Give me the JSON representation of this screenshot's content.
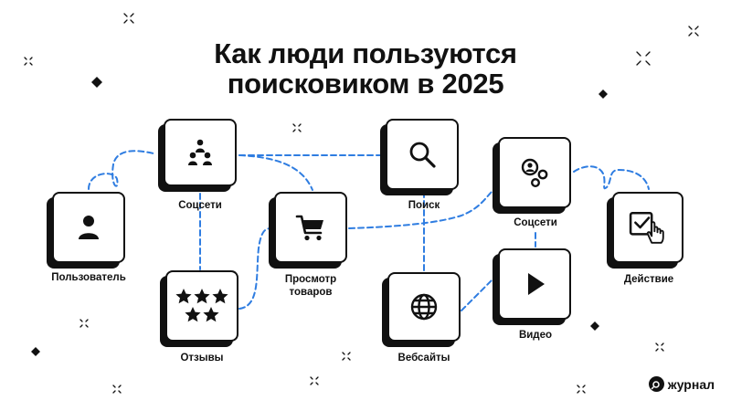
{
  "title": {
    "line1": "Как люди пользуются",
    "line2": "поисковиком в 2025"
  },
  "nodes": {
    "user": {
      "label": "Пользователь",
      "icon": "user-icon"
    },
    "social1": {
      "label": "Соцсети",
      "icon": "people-group-icon"
    },
    "reviews": {
      "label": "Отзывы",
      "icon": "stars-icon"
    },
    "browse": {
      "label_line1": "Просмотр",
      "label_line2": "товаров",
      "icon": "shopping-cart-icon"
    },
    "search": {
      "label": "Поиск",
      "icon": "magnifier-icon"
    },
    "websites": {
      "label": "Вебсайты",
      "icon": "globe-icon"
    },
    "social2": {
      "label": "Соцсети",
      "icon": "social-network-icon"
    },
    "video": {
      "label": "Видео",
      "icon": "play-icon"
    },
    "action": {
      "label": "Действие",
      "icon": "checkbox-click-icon"
    }
  },
  "logo": {
    "text": "журнал"
  },
  "colors": {
    "connector": "#2f7de1",
    "ink": "#111111",
    "background": "#ffffff"
  }
}
